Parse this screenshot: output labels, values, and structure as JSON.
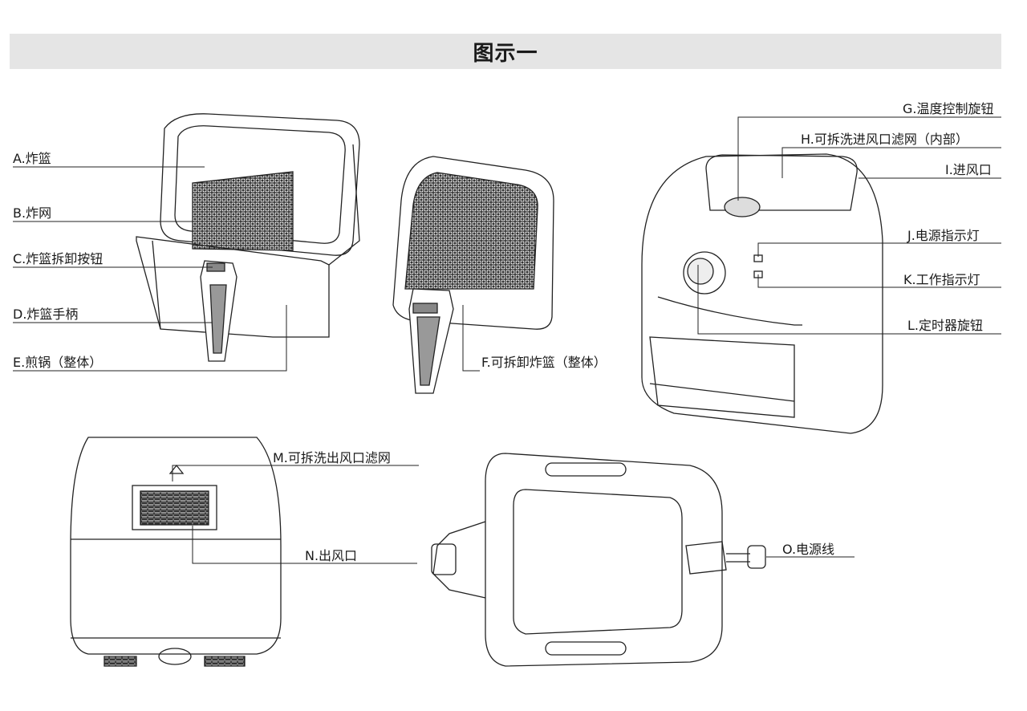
{
  "title": "图示一",
  "labels": {
    "A": "A.炸篮",
    "B": "B.炸网",
    "C": "C.炸篮拆卸按钮",
    "D": "D.炸篮手柄",
    "E": "E.煎锅（整体）",
    "F": "F.可拆卸炸篮（整体）",
    "G": "G.温度控制旋钮",
    "H": "H.可拆洗进风口滤网（内部）",
    "I": "I.进风口",
    "J": "J.电源指示灯",
    "K": "K.工作指示灯",
    "L": "L.定时器旋钮",
    "M": "M.可拆洗出风口滤网",
    "N": "N.出风口",
    "O": "O.电源线"
  }
}
